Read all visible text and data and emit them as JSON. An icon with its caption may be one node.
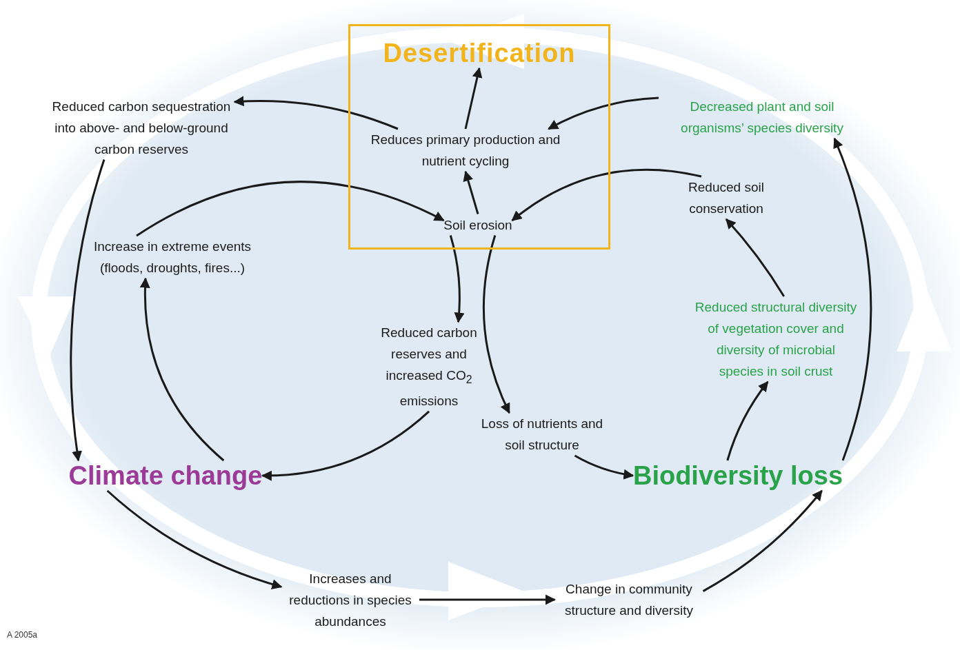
{
  "diagram": {
    "nodes": [
      {
        "text": [
          "Desertification"
        ]
      },
      {
        "text": [
          "Reduces primary production and nutrient cycling"
        ],
        "in": 0
      },
      {
        "text": [
          "Soil erosion"
        ],
        "in": 0
      },
      {
        "text": [
          "Reduced carbon sequestration into above- and below-ground carbon reserves"
        ]
      },
      {
        "text": [
          "Decreased plant and soil organisms’ species diversity"
        ]
      },
      {
        "text": [
          "Reduced soil conservation"
        ]
      },
      {
        "text": [
          "Increase in extreme events (floods, droughts, fires...)"
        ]
      },
      {
        "text": [
          "Reduced carbon reserves and increased CO$_{2}$ emissions"
        ]
      },
      {
        "text": [
          "Reduced structural diversity of vegetation cover and diversity of microbial species in soil crust"
        ]
      },
      {
        "text": [
          "Loss of nutrients and soil structure"
        ]
      },
      {
        "text": [
          "Climate change"
        ]
      },
      {
        "text": [
          "Biodiversity loss"
        ]
      },
      {
        "text": [
          "Increases and reductions in species abundances"
        ]
      },
      {
        "text": [
          "Change in community structure and diversity"
        ]
      }
    ],
    "edges": [
      {
        "from": 1,
        "to": 0,
        "arrow": "to"
      },
      {
        "from": 2,
        "to": 1,
        "arrow": "to"
      },
      {
        "from": 1,
        "to": 3,
        "arrow": "to"
      },
      {
        "from": 4,
        "to": 1,
        "arrow": "to"
      },
      {
        "from": 6,
        "to": 2,
        "arrow": "to"
      },
      {
        "from": 5,
        "to": 2,
        "arrow": "to"
      },
      {
        "from": 2,
        "to": 7,
        "arrow": "to"
      },
      {
        "from": 2,
        "to": 9,
        "arrow": "to"
      },
      {
        "from": 7,
        "to": 10,
        "arrow": "to"
      },
      {
        "from": 9,
        "to": 11,
        "arrow": "to"
      },
      {
        "from": 10,
        "to": 6,
        "arrow": "to"
      },
      {
        "from": 3,
        "to": 10,
        "arrow": "to"
      },
      {
        "from": 11,
        "to": 8,
        "arrow": "to"
      },
      {
        "from": 8,
        "to": 5,
        "arrow": "to"
      },
      {
        "from": 10,
        "to": 12,
        "arrow": "to"
      },
      {
        "from": 12,
        "to": 13,
        "arrow": "to"
      },
      {
        "from": 13,
        "to": 11,
        "arrow": "to"
      },
      {
        "from": 11,
        "to": 4,
        "arrow": "to"
      }
    ],
    "labels": [
      "A 2005a"
    ]
  }
}
